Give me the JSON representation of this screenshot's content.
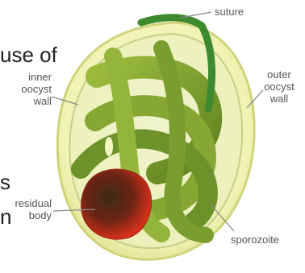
{
  "labels": {
    "suture": "suture",
    "inner_wall": [
      "inner",
      "oocyst",
      "wall"
    ],
    "outer_wall": [
      "outer",
      "oocyst",
      "wall"
    ],
    "residual_body": [
      "residual",
      "body"
    ],
    "sporozoite": "sporozoite"
  },
  "cropped_text": {
    "line1": "use of",
    "line2": "s",
    "line3": "n"
  },
  "colors": {
    "oocyst_wall": "#eef0a6",
    "sporozoite": "#7ea12b",
    "suture": "#3d8a2f",
    "residual_body": "#7a2a16",
    "label_text": "#555555",
    "leader_line": "#8a8a8a"
  }
}
